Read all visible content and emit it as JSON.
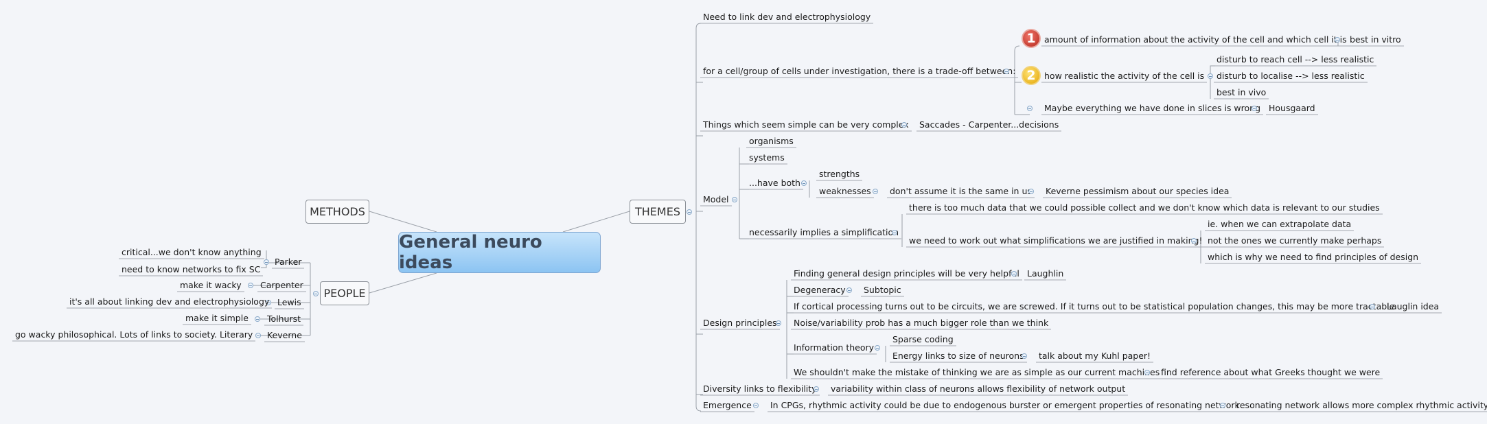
{
  "central": "General neuro ideas",
  "methods": "METHODS",
  "people": {
    "label": "PEOPLE",
    "parker": "Parker",
    "parker_1": "critical...we don't know anything",
    "parker_2": "need to know networks to fix SC",
    "carpenter": "Carpenter",
    "carpenter_1": "make it wacky",
    "lewis": "Lewis",
    "lewis_1": "it's all about linking dev and electrophysiology",
    "tolhurst": "Tolhurst",
    "tolhurst_1": "make it simple",
    "keverne": "Keverne",
    "keverne_1": "go wacky philosophical.  Lots of links to society.  Literary"
  },
  "themes": {
    "label": "THEMES",
    "link_dev": "Need to link dev and electrophysiology",
    "tradeoff": "for a cell/group of cells under investigation, there is a trade-off between:",
    "tradeoff_1": "amount of information about the activity of the cell and which cell it is",
    "tradeoff_1_badge": "1",
    "tradeoff_1a": "best in vitro",
    "tradeoff_2": "how realistic the activity of the cell is",
    "tradeoff_2_badge": "2",
    "tradeoff_2a": "disturb to reach cell --> less realistic",
    "tradeoff_2b": "disturb to localise --> less realistic",
    "tradeoff_2c": "best in vivo",
    "slices": "Maybe everything we have done in slices is wrong",
    "slices_1": "Housgaard",
    "simple": "Things which seem simple can be very complex",
    "simple_1": "Saccades - Carpenter...decisions",
    "model": "Model",
    "organisms": "organisms",
    "systems": "systems",
    "have_both": "...have both",
    "strengths": "strengths",
    "weaknesses": "weaknesses",
    "dont_assume": "don't assume it is the same in us",
    "keverne_pess": "Keverne pessimism about our species idea",
    "simplification": "necessarily implies a simplification",
    "too_much_data": "there is too much data that we could possible collect and we don't know which data is relevant to our studies",
    "work_out": "we need to work out what simplifications we are justified in making!",
    "extrapolate": "ie. when we can extrapolate data",
    "not_ones": "not the ones we currently make perhaps",
    "which_is_why": "which is why we need to find principles of design",
    "design": "Design principles",
    "finding": "Finding general design principles will be very helpful",
    "laughlin": "Laughlin",
    "degeneracy": "Degeneracy",
    "subtopic": "Subtopic",
    "cortical": "If cortical processing turns out to be circuits, we are screwed.  If it turns out to be statistical population changes, this may be more tractable",
    "laughlin_idea": "Lauglin idea",
    "noise": "Noise/variability prob has a much bigger role than we think",
    "info_theory": "Information theory",
    "sparse": "Sparse coding",
    "energy": "Energy links to size of neurons",
    "kuhl": "talk about my Kuhl paper!",
    "mistake": "We shouldn't make the mistake of thinking we are as simple as our current machines",
    "greeks": "find reference about what Greeks thought we were",
    "diversity": "Diversity links to flexibility",
    "variability": "variability within class of neurons allows flexibility of network output",
    "emergence": "Emergence",
    "cpgs": "In CPGs, rhythmic activity could be due to endogenous burster or emergent properties of resonating network",
    "resonating": "resonating network allows more complex rhythmic activity"
  }
}
